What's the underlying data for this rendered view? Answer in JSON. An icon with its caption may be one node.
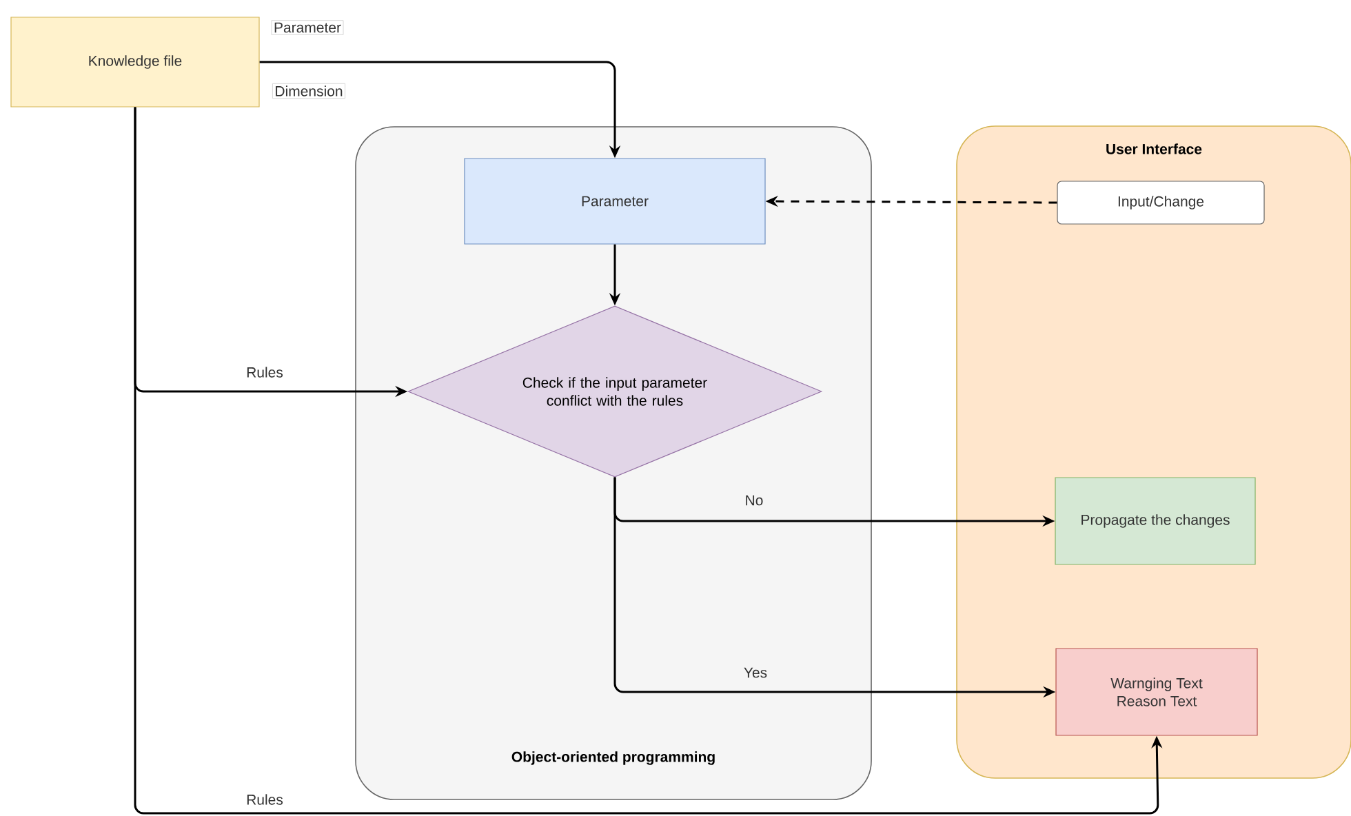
{
  "diagram": {
    "nodes": [
      {
        "text": [
          "Knowledge file"
        ]
      },
      {
        "text": [
          "Object-oriented programming"
        ]
      },
      {
        "text": [
          "Parameter"
        ],
        "in": 1
      },
      {
        "text": [
          "Check if the input parameter conflict with the rules"
        ],
        "in": 1
      },
      {
        "text": [
          "User Interface"
        ]
      },
      {
        "text": [
          "Input/Change"
        ],
        "in": 4
      },
      {
        "text": [
          "Propagate the changes"
        ],
        "in": 4
      },
      {
        "text": [
          "Warnging Text",
          "Reason Text"
        ],
        "in": 4
      }
    ],
    "edges": [
      {
        "from": 0,
        "to": 2,
        "arrow": "to"
      },
      {
        "from": 0,
        "to": 3,
        "arrow": "to",
        "label": "Rules"
      },
      {
        "from": 0,
        "to": 7,
        "arrow": "to",
        "label": "Rules"
      },
      {
        "from": 5,
        "to": 2,
        "arrow": "to",
        "style": "dashed"
      },
      {
        "from": 2,
        "to": 3,
        "arrow": "to"
      },
      {
        "from": 3,
        "to": 6,
        "arrow": "to",
        "label": "No"
      },
      {
        "from": 3,
        "to": 7,
        "arrow": "to",
        "label": "Yes"
      }
    ],
    "labels": [
      "Parameter",
      "Dimension"
    ]
  }
}
